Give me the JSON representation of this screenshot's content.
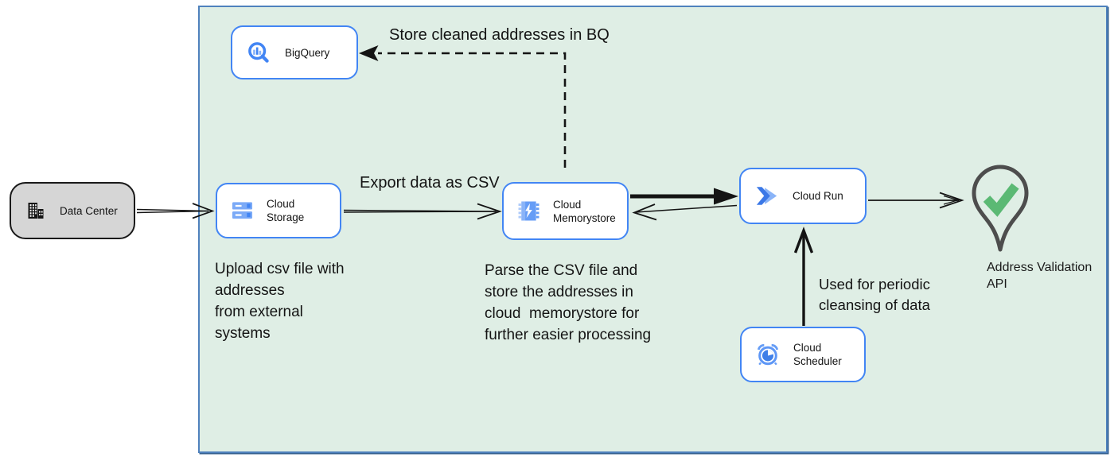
{
  "nodes": {
    "data_center": {
      "label": "Data Center"
    },
    "bigquery": {
      "label": "BigQuery"
    },
    "cloud_storage": {
      "label": "Cloud Storage"
    },
    "cloud_memorystore": {
      "label": "Cloud Memorystore"
    },
    "cloud_run": {
      "label": "Cloud Run"
    },
    "cloud_scheduler": {
      "label": "Cloud Scheduler"
    },
    "address_validation_api": {
      "label": "Address Validation API"
    }
  },
  "annotations": {
    "store_cleaned": "Store cleaned addresses in BQ",
    "export_csv": "Export data as CSV",
    "upload_note": "Upload csv file with\naddresses\nfrom external\nsystems",
    "parse_note": "Parse the CSV file and\nstore the addresses in\ncloud  memorystore for\nfurther easier processing",
    "periodic_note": "Used for periodic\ncleansing of data"
  },
  "icons": {
    "data_center": "building-icon",
    "bigquery": "bigquery-magnifier-icon",
    "cloud_storage": "storage-buckets-icon",
    "cloud_memorystore": "memorystore-chip-icon",
    "cloud_run": "cloud-run-chevron-icon",
    "cloud_scheduler": "alarm-clock-icon",
    "address_validation_api": "map-pin-checkmark-icon"
  },
  "colors": {
    "zone_fill": "#dfeee5",
    "zone_border": "#4f81bd",
    "node_border": "#4285f4",
    "node_fill": "#ffffff",
    "data_center_fill": "#d6d6d6",
    "icon_blue": "#4285f4",
    "icon_blue_light": "#7baaf7",
    "check_green": "#5bb974",
    "pin_outline": "#4d4d4d",
    "text": "#141414"
  }
}
